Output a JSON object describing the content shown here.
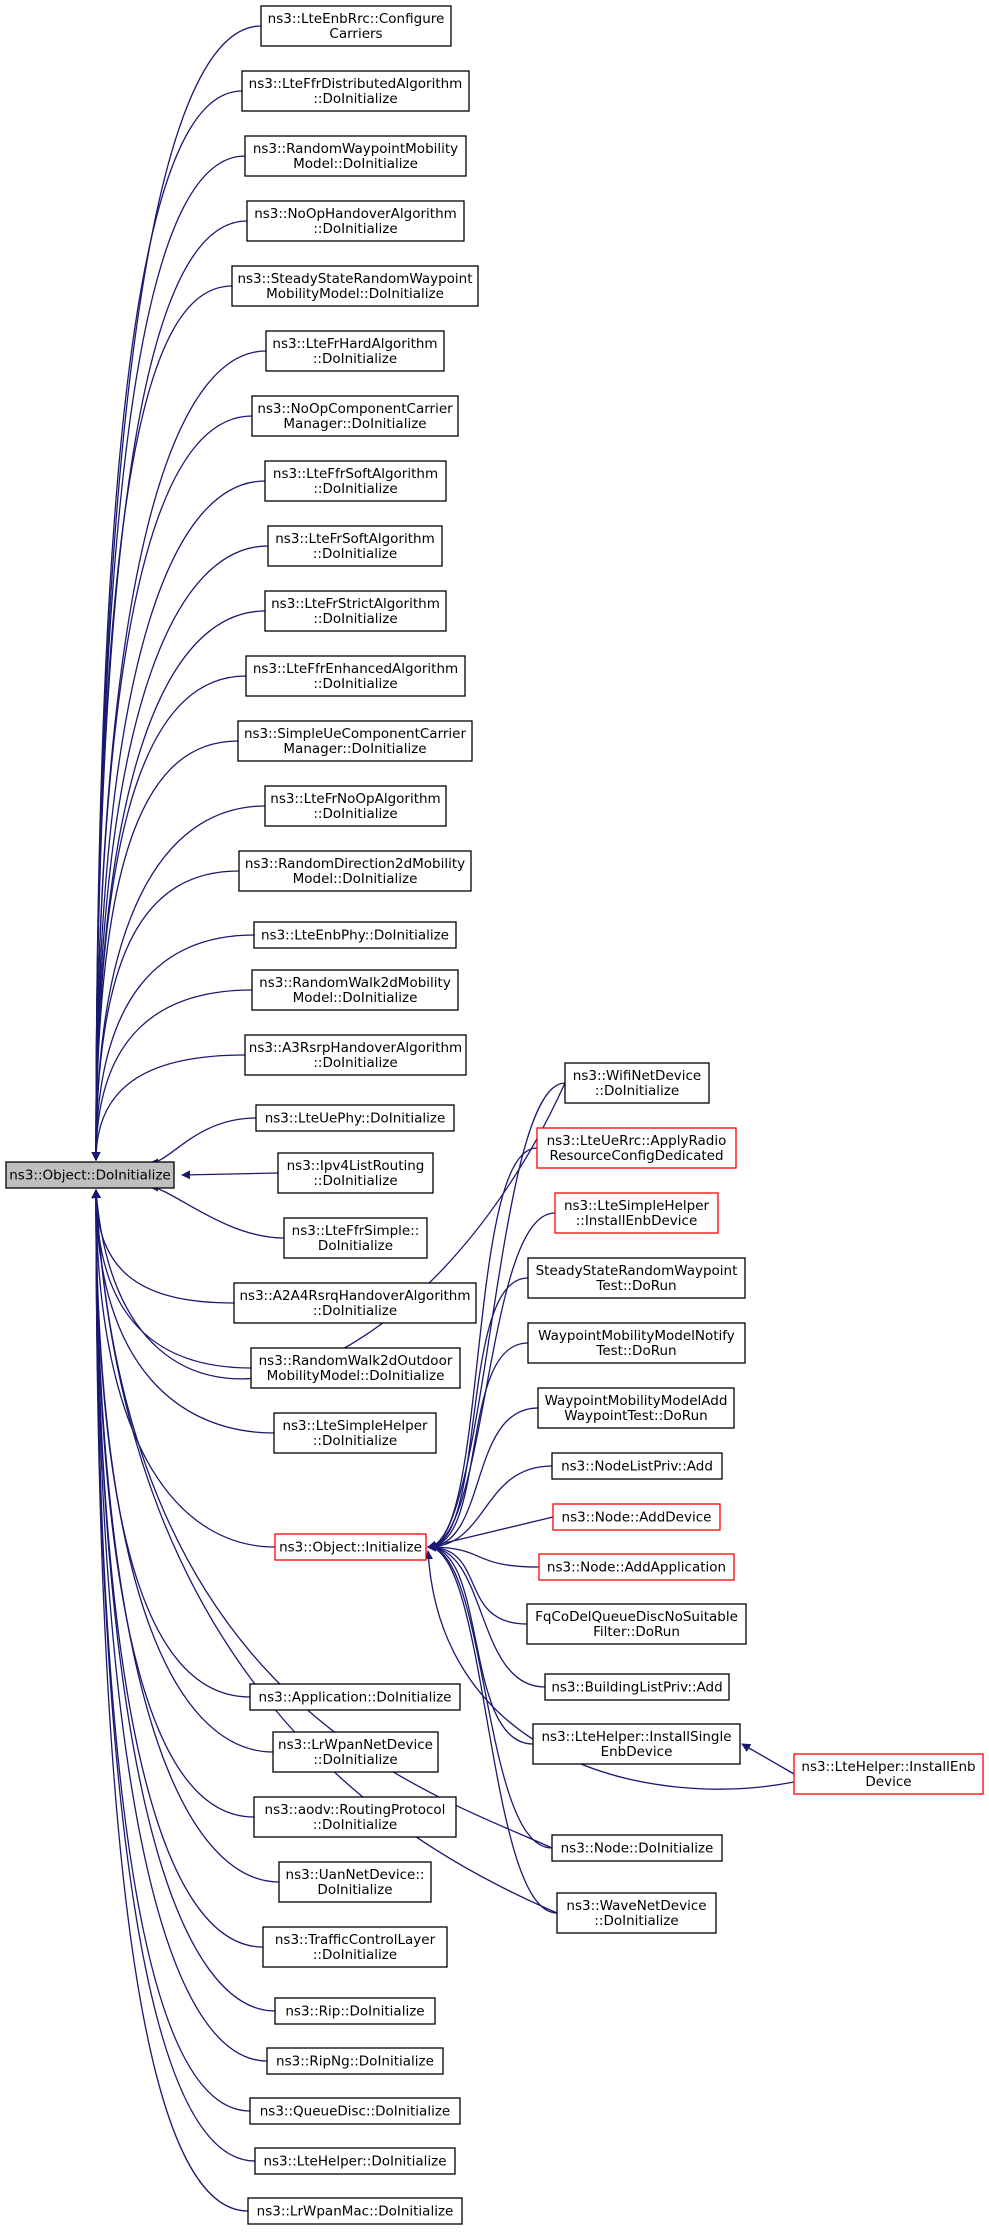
{
  "diagram": {
    "title": "",
    "nodes": [
      {
        "id": "root",
        "lines": [
          "ns3::Object::DoInitialize"
        ],
        "style": "root"
      },
      {
        "id": "n1",
        "lines": [
          "ns3::LteEnbRrc::Configure",
          "Carriers"
        ],
        "style": "normal"
      },
      {
        "id": "n2",
        "lines": [
          "ns3::LteFfrDistributedAlgorithm",
          "::DoInitialize"
        ],
        "style": "normal"
      },
      {
        "id": "n3",
        "lines": [
          "ns3::RandomWaypointMobility",
          "Model::DoInitialize"
        ],
        "style": "normal"
      },
      {
        "id": "n4",
        "lines": [
          "ns3::NoOpHandoverAlgorithm",
          "::DoInitialize"
        ],
        "style": "normal"
      },
      {
        "id": "n5",
        "lines": [
          "ns3::SteadyStateRandomWaypoint",
          "MobilityModel::DoInitialize"
        ],
        "style": "normal"
      },
      {
        "id": "n6",
        "lines": [
          "ns3::LteFrHardAlgorithm",
          "::DoInitialize"
        ],
        "style": "normal"
      },
      {
        "id": "n7",
        "lines": [
          "ns3::NoOpComponentCarrier",
          "Manager::DoInitialize"
        ],
        "style": "normal"
      },
      {
        "id": "n8",
        "lines": [
          "ns3::LteFfrSoftAlgorithm",
          "::DoInitialize"
        ],
        "style": "normal"
      },
      {
        "id": "n9",
        "lines": [
          "ns3::LteFrSoftAlgorithm",
          "::DoInitialize"
        ],
        "style": "normal"
      },
      {
        "id": "n10",
        "lines": [
          "ns3::LteFrStrictAlgorithm",
          "::DoInitialize"
        ],
        "style": "normal"
      },
      {
        "id": "n11",
        "lines": [
          "ns3::LteFfrEnhancedAlgorithm",
          "::DoInitialize"
        ],
        "style": "normal"
      },
      {
        "id": "n12",
        "lines": [
          "ns3::SimpleUeComponentCarrier",
          "Manager::DoInitialize"
        ],
        "style": "normal"
      },
      {
        "id": "n13",
        "lines": [
          "ns3::LteFrNoOpAlgorithm",
          "::DoInitialize"
        ],
        "style": "normal"
      },
      {
        "id": "n14",
        "lines": [
          "ns3::RandomDirection2dMobility",
          "Model::DoInitialize"
        ],
        "style": "normal"
      },
      {
        "id": "n15",
        "lines": [
          "ns3::LteEnbPhy::DoInitialize"
        ],
        "style": "normal"
      },
      {
        "id": "n16",
        "lines": [
          "ns3::RandomWalk2dMobility",
          "Model::DoInitialize"
        ],
        "style": "normal"
      },
      {
        "id": "n17",
        "lines": [
          "ns3::A3RsrpHandoverAlgorithm",
          "::DoInitialize"
        ],
        "style": "normal"
      },
      {
        "id": "n18",
        "lines": [
          "ns3::LteUePhy::DoInitialize"
        ],
        "style": "normal"
      },
      {
        "id": "n19",
        "lines": [
          "ns3::Ipv4ListRouting",
          "::DoInitialize"
        ],
        "style": "normal"
      },
      {
        "id": "n20",
        "lines": [
          "ns3::LteFfrSimple::",
          "DoInitialize"
        ],
        "style": "normal"
      },
      {
        "id": "n21",
        "lines": [
          "ns3::A2A4RsrqHandoverAlgorithm",
          "::DoInitialize"
        ],
        "style": "normal"
      },
      {
        "id": "n22",
        "lines": [
          "ns3::RandomWalk2dOutdoor",
          "MobilityModel::DoInitialize"
        ],
        "style": "normal"
      },
      {
        "id": "n23",
        "lines": [
          "ns3::LteSimpleHelper",
          "::DoInitialize"
        ],
        "style": "normal"
      },
      {
        "id": "oi",
        "lines": [
          "ns3::Object::Initialize"
        ],
        "style": "red"
      },
      {
        "id": "n24",
        "lines": [
          "ns3::Application::DoInitialize"
        ],
        "style": "normal"
      },
      {
        "id": "n25",
        "lines": [
          "ns3::LrWpanNetDevice",
          "::DoInitialize"
        ],
        "style": "normal"
      },
      {
        "id": "n26",
        "lines": [
          "ns3::aodv::RoutingProtocol",
          "::DoInitialize"
        ],
        "style": "normal"
      },
      {
        "id": "n27",
        "lines": [
          "ns3::UanNetDevice::",
          "DoInitialize"
        ],
        "style": "normal"
      },
      {
        "id": "n28",
        "lines": [
          "ns3::TrafficControlLayer",
          "::DoInitialize"
        ],
        "style": "normal"
      },
      {
        "id": "n29",
        "lines": [
          "ns3::Rip::DoInitialize"
        ],
        "style": "normal"
      },
      {
        "id": "n30",
        "lines": [
          "ns3::RipNg::DoInitialize"
        ],
        "style": "normal"
      },
      {
        "id": "n31",
        "lines": [
          "ns3::QueueDisc::DoInitialize"
        ],
        "style": "normal"
      },
      {
        "id": "n32",
        "lines": [
          "ns3::LteHelper::DoInitialize"
        ],
        "style": "normal"
      },
      {
        "id": "n33",
        "lines": [
          "ns3::LrWpanMac::DoInitialize"
        ],
        "style": "normal"
      },
      {
        "id": "wifi",
        "lines": [
          "ns3::WifiNetDevice",
          "::DoInitialize"
        ],
        "style": "normal"
      },
      {
        "id": "rrc",
        "lines": [
          "ns3::LteUeRrc::ApplyRadio",
          "ResourceConfigDedicated"
        ],
        "style": "red"
      },
      {
        "id": "lsh",
        "lines": [
          "ns3::LteSimpleHelper",
          "::InstallEnbDevice"
        ],
        "style": "red"
      },
      {
        "id": "ssr",
        "lines": [
          "SteadyStateRandomWaypoint",
          "Test::DoRun"
        ],
        "style": "normal"
      },
      {
        "id": "wmn",
        "lines": [
          "WaypointMobilityModelNotify",
          "Test::DoRun"
        ],
        "style": "normal"
      },
      {
        "id": "wma",
        "lines": [
          "WaypointMobilityModelAdd",
          "WaypointTest::DoRun"
        ],
        "style": "normal"
      },
      {
        "id": "nlp",
        "lines": [
          "ns3::NodeListPriv::Add"
        ],
        "style": "normal"
      },
      {
        "id": "nad",
        "lines": [
          "ns3::Node::AddDevice"
        ],
        "style": "red"
      },
      {
        "id": "naa",
        "lines": [
          "ns3::Node::AddApplication"
        ],
        "style": "red"
      },
      {
        "id": "fq",
        "lines": [
          "FqCoDelQueueDiscNoSuitable",
          "Filter::DoRun"
        ],
        "style": "normal"
      },
      {
        "id": "blp",
        "lines": [
          "ns3::BuildingListPriv::Add"
        ],
        "style": "normal"
      },
      {
        "id": "lhs",
        "lines": [
          "ns3::LteHelper::InstallSingle",
          "EnbDevice"
        ],
        "style": "normal"
      },
      {
        "id": "lhe",
        "lines": [
          "ns3::LteHelper::InstallEnb",
          "Device"
        ],
        "style": "red"
      },
      {
        "id": "ndi",
        "lines": [
          "ns3::Node::DoInitialize"
        ],
        "style": "normal"
      },
      {
        "id": "wave",
        "lines": [
          "ns3::WaveNetDevice",
          "::DoInitialize"
        ],
        "style": "normal"
      }
    ]
  }
}
